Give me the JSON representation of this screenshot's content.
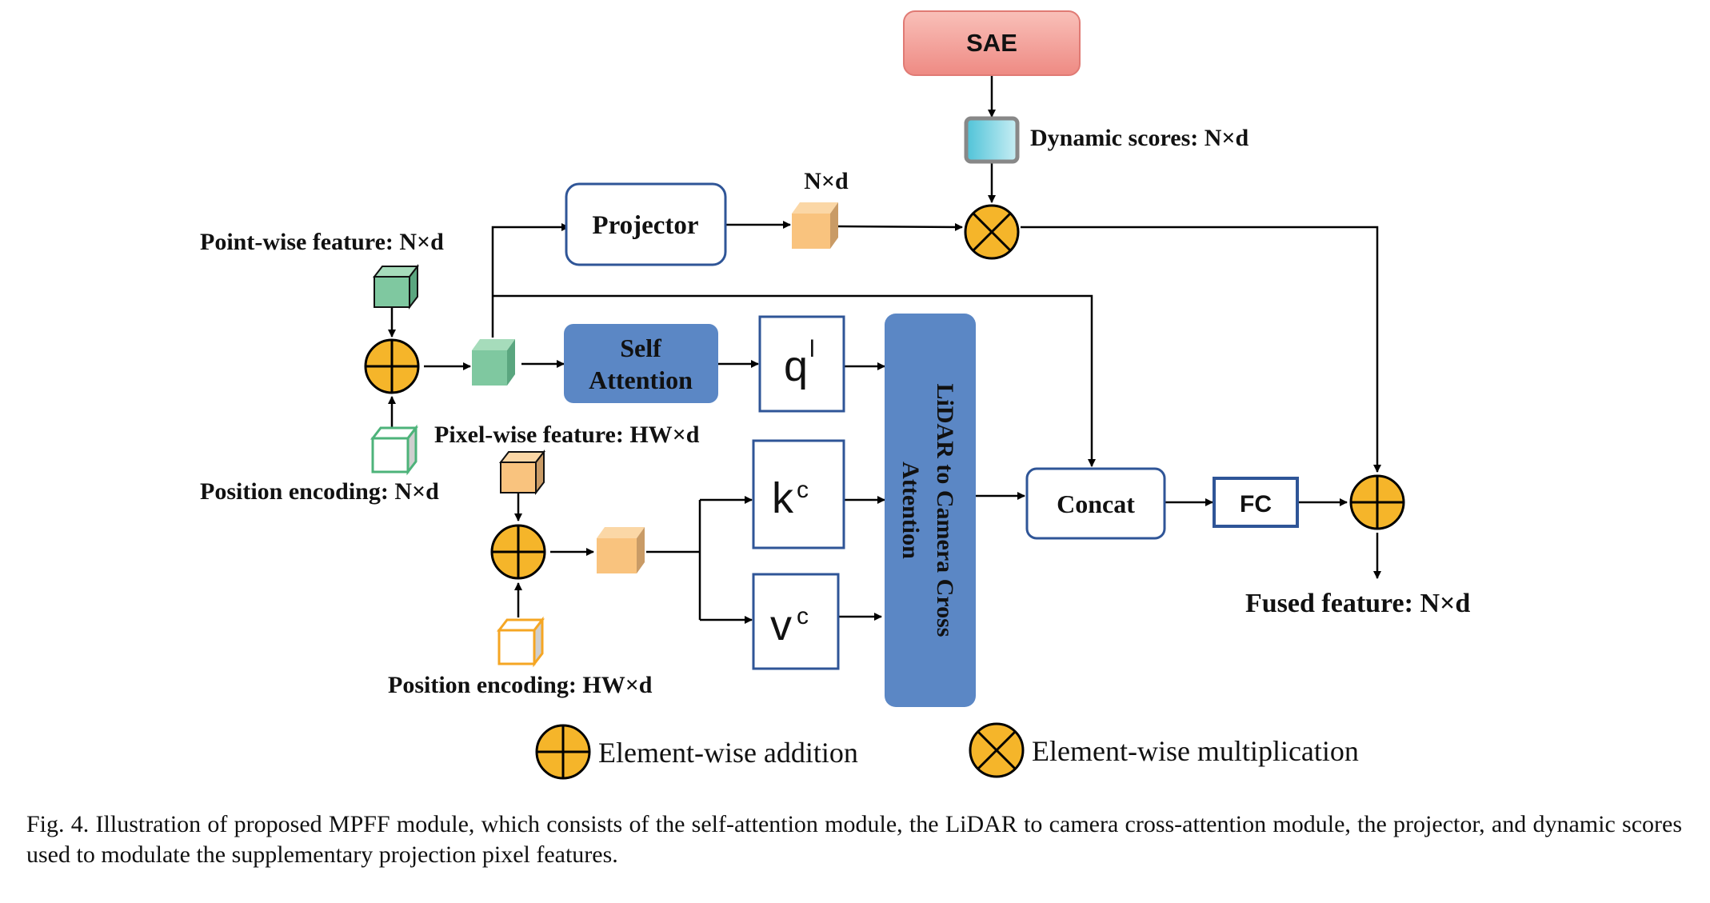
{
  "blocks": {
    "sae": "SAE",
    "projector": "Projector",
    "self_attention_line1": "Self",
    "self_attention_line2": "Attention",
    "q": "q",
    "q_sup": "l",
    "k": "k",
    "k_sup": "c",
    "v": "v",
    "v_sup": "c",
    "cross_attention_line1": "LiDAR to Camera Cross",
    "cross_attention_line2": "Attention",
    "concat": "Concat",
    "fc": "FC"
  },
  "labels": {
    "dynamic_scores": "Dynamic scores: N×d",
    "projected_dim": "N×d",
    "point_wise_feature": "Point-wise feature: N×d",
    "pixel_wise_feature": "Pixel-wise feature: HW×d",
    "position_encoding_point": "Position encoding: N×d",
    "position_encoding_pixel": "Position encoding: HW×d",
    "fused_feature": "Fused feature: N×d"
  },
  "legend": {
    "addition": "Element-wise addition",
    "multiplication": "Element-wise multiplication"
  },
  "caption": "Fig. 4.   Illustration of proposed MPFF module, which consists of the self-attention module, the LiDAR to camera cross-attention module, the projector, and dynamic scores used to modulate the supplementary projection pixel features.",
  "colors": {
    "sae_fill_top": "#f8b7b0",
    "sae_fill_bottom": "#ef8f88",
    "sae_border": "#e07a74",
    "box_border": "#2f5597",
    "self_attention_fill": "#5b87c5",
    "cross_attention_fill": "#5b87c5",
    "operator_fill": "#f5b52a",
    "green_cube": "#7fc8a0",
    "orange_cube": "#f9c37e",
    "cyan_block": "#6fcfdf"
  }
}
